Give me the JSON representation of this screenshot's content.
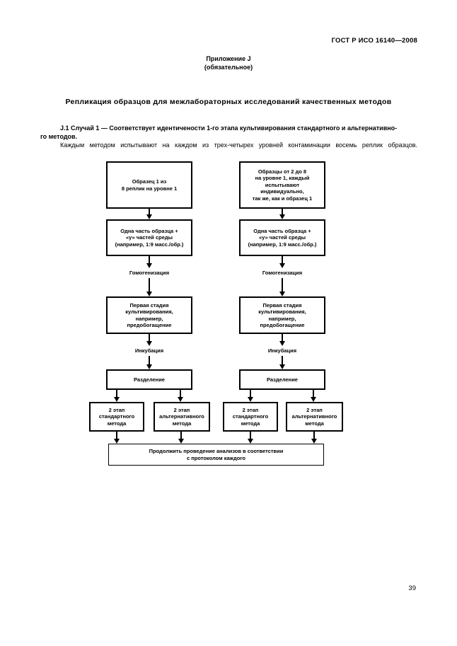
{
  "header": {
    "doc_code": "ГОСТ Р ИСО 16140—2008"
  },
  "annex": {
    "title": "Приложение J",
    "subtitle": "(обязательное)"
  },
  "section_title": "Репликация образцов для межлабораторных исследований качественных методов",
  "paragraphs": {
    "j1": "J.1 Случай 1 — Соответствует идентичености 1-го этапа культивирования стандартного и альтернативно-\nго методов.",
    "body": "Каждым методом испытывают на каждом из трех-четырех уровней контаминации восемь реплик образцов."
  },
  "flowchart": {
    "left": {
      "box_sample": "Образец 1 из\n8 реплик на уровне 1",
      "box_mix": "Одна часть образца +\n«у» частей среды\n(например, 1:9 масс./обр.)",
      "label_homogenization": "Гомогенизация",
      "box_first_stage": "Первая стадия\nкультивирования,\nнапример,\nпредобогащение",
      "label_incubation": "Инкубация",
      "box_separation": "Разделение",
      "box_standard": "2 этап\nстандартного\nметода",
      "box_alternative": "2 этап\nальтернативного\nметода"
    },
    "right": {
      "box_sample": "Образцы от 2 до 8\nна уровне 1, каждый\nиспытывают\nиндивидуально,\nтак же, как и образец 1",
      "box_mix": "Одна часть образца +\n«у» частей среды\n(например, 1:9 масс./обр.)",
      "label_homogenization": "Гомогенизация",
      "box_first_stage": "Первая стадия\nкультивирования,\nнапример,\nпредобогащение",
      "label_incubation": "Инкубация",
      "box_separation": "Разделение",
      "box_standard": "2 этап\nстандартного\nметода",
      "box_alternative": "2 этап\nальтернативного\nметода"
    },
    "final_box": "Продолжить проведение анализов в соответствии\nс протоколом каждого"
  },
  "page_number": "39"
}
